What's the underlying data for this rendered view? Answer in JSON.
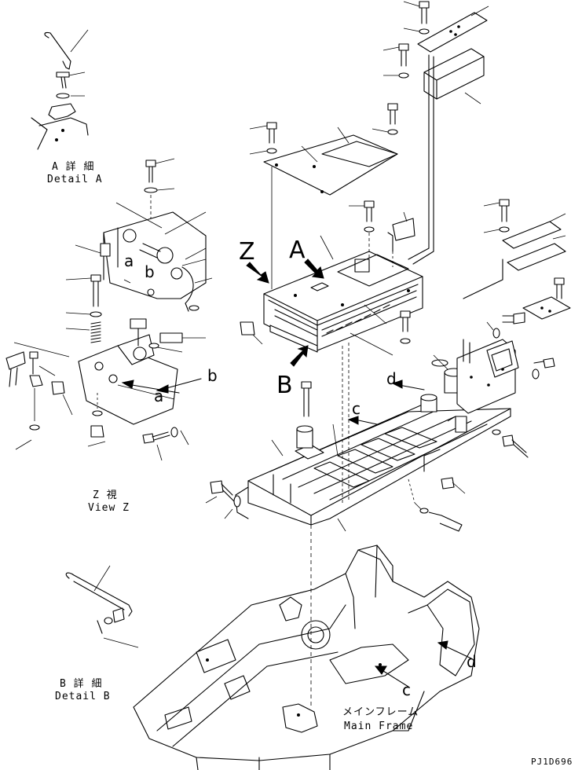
{
  "views": {
    "detail_a": {
      "jp": "A 詳 細",
      "en": "Detail A"
    },
    "view_z": {
      "jp": "Z 視",
      "en": "View Z"
    },
    "detail_b": {
      "jp": "B 詳 細",
      "en": "Detail B"
    }
  },
  "callouts": {
    "A": "A",
    "B": "B",
    "Z": "Z",
    "a1": "a",
    "a2": "a",
    "b1": "b",
    "b2": "b",
    "c1": "c",
    "c2": "c",
    "d1": "d",
    "d2": "d"
  },
  "main_frame": {
    "jp": "メインフレーム",
    "en": "Main Frame"
  },
  "drawing_code": "PJ1D696"
}
